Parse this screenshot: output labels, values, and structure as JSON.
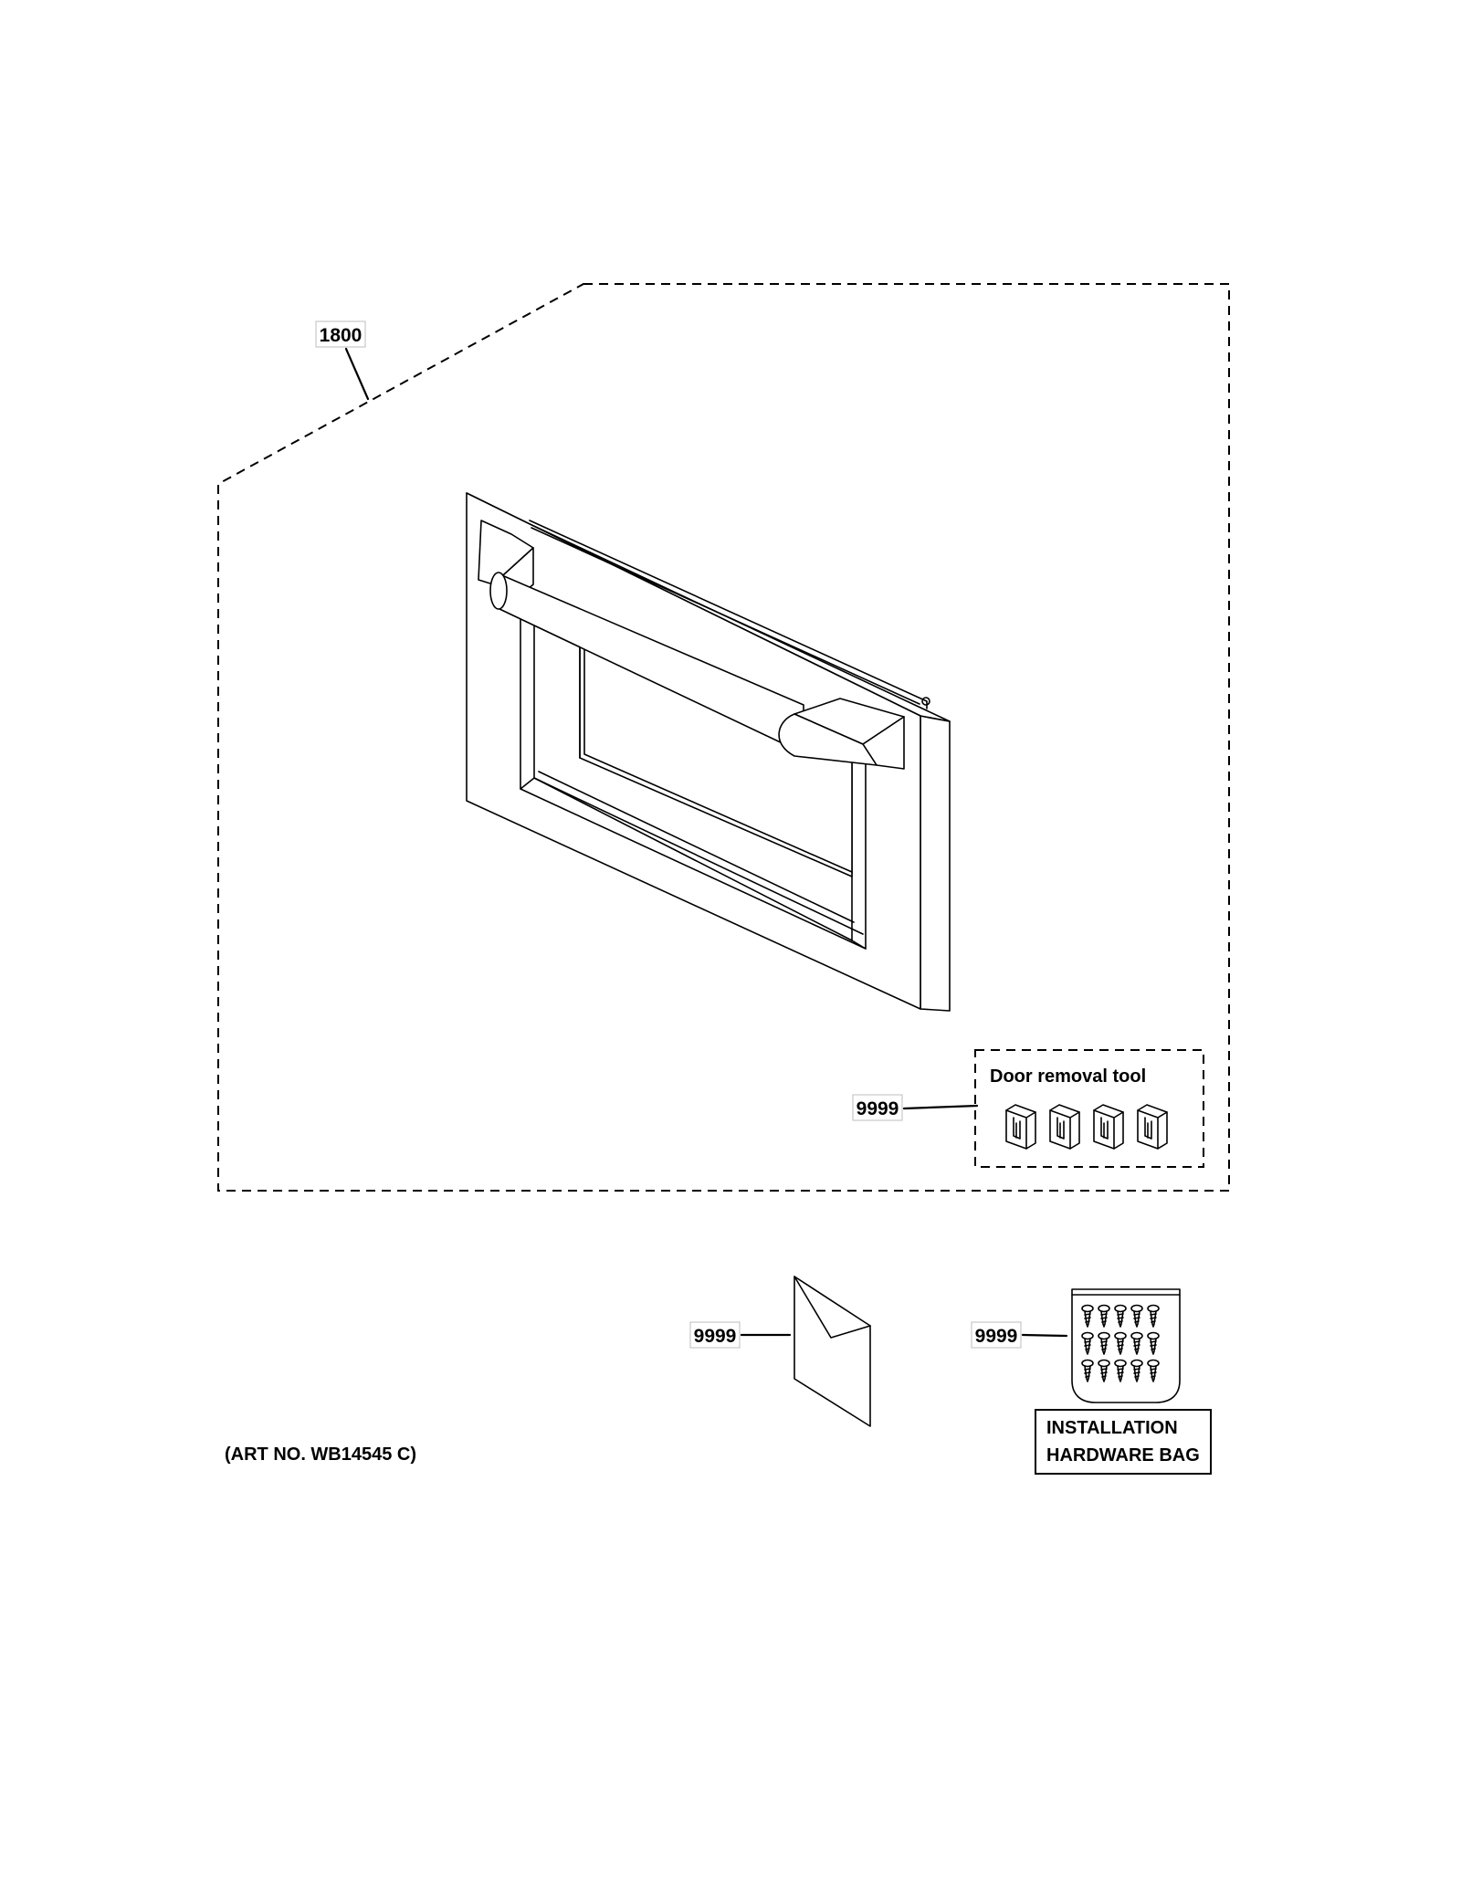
{
  "callouts": {
    "assembly": "1800",
    "door_removal_tool": "9999",
    "envelope": "9999",
    "hardware_bag": "9999"
  },
  "labels": {
    "door_removal_tool": "Door removal tool",
    "hardware_bag_line1": "INSTALLATION",
    "hardware_bag_line2": "HARDWARE BAG"
  },
  "art_number": "(ART NO. WB14545 C)"
}
